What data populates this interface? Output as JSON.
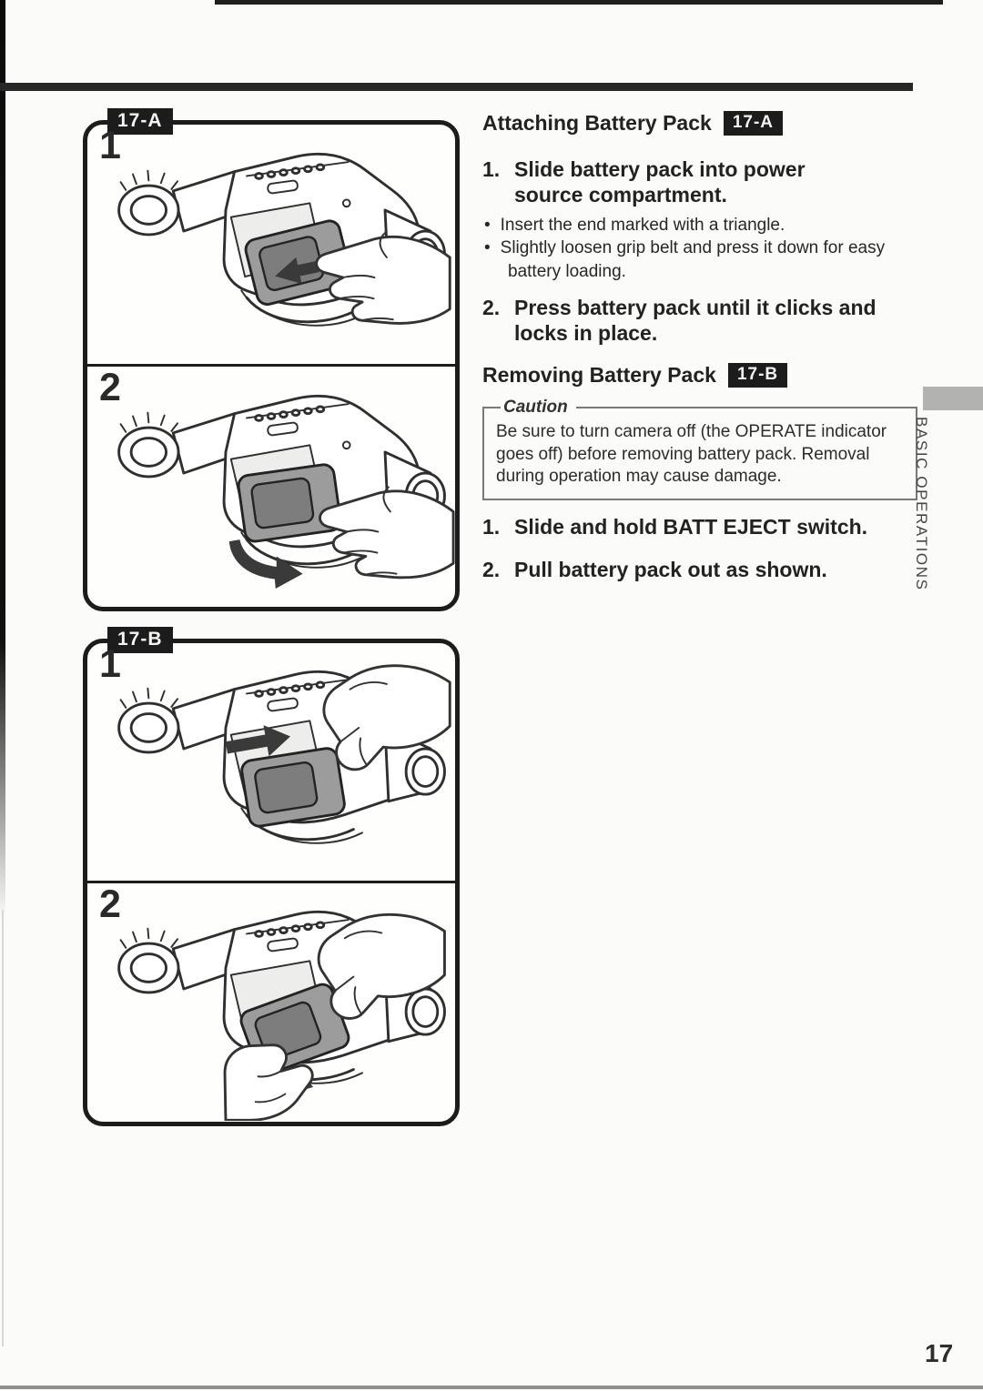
{
  "page": {
    "number": "17",
    "side_label": "BASIC OPERATIONS"
  },
  "colors": {
    "badge_bg": "#1c1c1c",
    "badge_text": "#f2f2f0",
    "side_tab_gray": "#b2b2b1",
    "line_art_stroke": "#2f2f2f",
    "battery_gray": "#9c9c9c"
  },
  "figures": [
    {
      "badge": "17-A",
      "panels": [
        {
          "step": "1"
        },
        {
          "step": "2"
        }
      ]
    },
    {
      "badge": "17-B",
      "panels": [
        {
          "step": "1"
        },
        {
          "step": "2"
        }
      ]
    }
  ],
  "sections": [
    {
      "heading": "Attaching Battery Pack",
      "badge": "17-A",
      "steps": [
        {
          "number": "1.",
          "text": "Slide battery pack into power source compartment.",
          "bullets": [
            "Insert the end marked with a triangle.",
            "Slightly loosen grip belt and press it down for easy battery loading."
          ]
        },
        {
          "number": "2.",
          "text": "Press battery pack until it clicks and locks in place.",
          "bullets": []
        }
      ]
    },
    {
      "heading": "Removing Battery Pack",
      "badge": "17-B",
      "caution": {
        "label": "Caution",
        "text": "Be sure to turn camera off (the OPERATE indicator goes off) before removing battery pack. Removal during operation may cause damage."
      },
      "steps": [
        {
          "number": "1.",
          "text": "Slide and hold BATT EJECT switch.",
          "bullets": []
        },
        {
          "number": "2.",
          "text": "Pull battery pack out as shown.",
          "bullets": []
        }
      ]
    }
  ]
}
